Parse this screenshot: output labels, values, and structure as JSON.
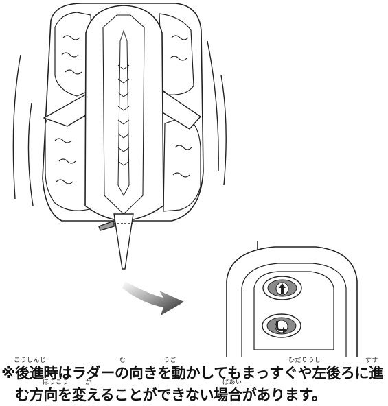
{
  "caption": {
    "line1": "※後進時はラダーの向きを動かしてもまっすぐや左後ろに進",
    "line2": "む方向を変えることができない場合があります。",
    "furigana": [
      {
        "text": "こうしんじ"
      },
      {
        "text": "む"
      },
      {
        "text": "うご"
      },
      {
        "text": "ひだりうし"
      },
      {
        "text": "すす"
      },
      {
        "text": "ほうこう"
      },
      {
        "text": "か"
      },
      {
        "text": "ばあい"
      }
    ]
  },
  "remote": {
    "forward_icon": "arrow-up-icon",
    "reverse_turn_icon": "arrow-turn-down-icon"
  },
  "colors": {
    "stroke": "#222222",
    "button_fill": "#8a8a8a",
    "arrow_fill": "#555555"
  }
}
